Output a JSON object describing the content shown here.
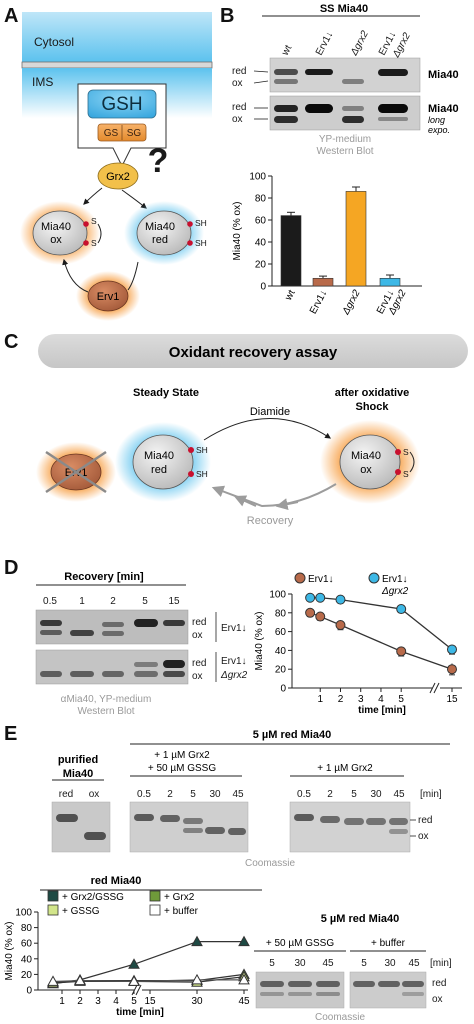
{
  "panels": {
    "a": "A",
    "b": "B",
    "c": "C",
    "d": "D",
    "e": "E"
  },
  "panel_a": {
    "cytosol": "Cytosol",
    "ims": "IMS",
    "gsh": "GSH",
    "gssg_1": "GS",
    "gssg_2": "SG",
    "grx2": "Grx2",
    "question": "?",
    "mia40_ox_1": "Mia40",
    "mia40_ox_2": "ox",
    "mia40_red_1": "Mia40",
    "mia40_red_2": "red",
    "s": "S",
    "sh": "SH",
    "erv1": "Erv1"
  },
  "panel_b": {
    "title": "SS Mia40",
    "lanes": [
      "wt",
      "Erv1↓",
      "Δgrx2",
      "Erv1↓",
      "Δgrx2"
    ],
    "red": "red",
    "ox": "ox",
    "blot1": "Mia40",
    "blot2": "Mia40",
    "blot2_note_1": "long",
    "blot2_note_2": "expo.",
    "caption_1": "YP-medium",
    "caption_2": "Western Blot"
  },
  "panel_c": {
    "banner": "Oxidant recovery assay",
    "steady_state": "Steady State",
    "after_1": "after oxidative",
    "after_2": "Shock",
    "diamide": "Diamide",
    "recovery": "Recovery",
    "erv1": "Erv1",
    "mia40": "Mia40",
    "red": "red",
    "ox": "ox",
    "sh": "SH",
    "s": "S"
  },
  "panel_d": {
    "recovery_title": "Recovery [min]",
    "times": [
      "0.5",
      "1",
      "2",
      "5",
      "15"
    ],
    "red": "red",
    "ox": "ox",
    "blot1": "Erv1↓",
    "blot2_1": "Erv1↓",
    "blot2_2": "Δgrx2",
    "caption_1": "αMia40, YP-medium",
    "caption_2": "Western Blot"
  },
  "panel_e": {
    "title": "5 µM red Mia40",
    "purified_1": "purified",
    "purified_2": "Mia40",
    "purified_lanes": [
      "red",
      "ox"
    ],
    "cond1_1": "+ 1 µM Grx2",
    "cond1_2": "+ 50 µM GSSG",
    "cond2": "+ 1 µM Grx2",
    "times": [
      "0.5",
      "2",
      "5",
      "30",
      "45"
    ],
    "min": "[min]",
    "red": "red",
    "ox": "ox",
    "coomassie": "Coomassie",
    "chart_title": "red Mia40",
    "lower_title": "5 µM red Mia40",
    "lower_cond1": "+ 50 µM GSSG",
    "lower_cond2": "+ buffer",
    "lower_times": [
      "5",
      "30",
      "45"
    ],
    "lower_coomassie": "Coomassie"
  },
  "colors": {
    "black": "#1b1b1b",
    "brown": "#b86a4a",
    "orange": "#f5a623",
    "cyan": "#3db8e6",
    "dark_teal": "#1e4a44",
    "green": "#6f9a3a",
    "light_green": "#d2e58a",
    "white": "#ffffff"
  },
  "chart_data": [
    {
      "type": "bar",
      "title": "",
      "xlabel": "",
      "ylabel": "Mia40 (% ox)",
      "ylim": [
        0,
        100
      ],
      "yticks": [
        0,
        20,
        40,
        60,
        80,
        100
      ],
      "categories": [
        "wt",
        "Erv1↓",
        "Δgrx2",
        "Erv1↓ Δgrx2"
      ],
      "category_lines": [
        [
          "wt"
        ],
        [
          "Erv1↓"
        ],
        [
          "Δgrx2"
        ],
        [
          "Erv1↓",
          "Δgrx2"
        ]
      ],
      "values": [
        64,
        7,
        86,
        7
      ],
      "errors": [
        3,
        2,
        4,
        3
      ],
      "colors": [
        "#1b1b1b",
        "#b86a4a",
        "#f5a623",
        "#3db8e6"
      ]
    },
    {
      "type": "line",
      "title": "",
      "xlabel": "time [min]",
      "ylabel": "Mia40 (% ox)",
      "ylim": [
        0,
        100
      ],
      "yticks": [
        0,
        20,
        40,
        60,
        80,
        100
      ],
      "xticks": [
        "1",
        "2",
        "3",
        "4",
        "5",
        "15"
      ],
      "legend": "top",
      "series": [
        {
          "name": "Erv1↓",
          "x": [
            0.5,
            1,
            2,
            5,
            15
          ],
          "y": [
            80,
            76,
            67,
            39,
            20
          ],
          "err": [
            4,
            4,
            5,
            5,
            6
          ],
          "color": "#b86a4a"
        },
        {
          "name": "Erv1↓ Δgrx2",
          "x": [
            0.5,
            1,
            2,
            5,
            15
          ],
          "y": [
            96,
            96,
            94,
            84,
            41
          ],
          "err": [
            2,
            2,
            2,
            3,
            5
          ],
          "color": "#3db8e6"
        }
      ]
    },
    {
      "type": "line",
      "title": "red Mia40",
      "xlabel": "time [min]",
      "ylabel": "Mia40 (% ox)",
      "ylim": [
        0,
        100
      ],
      "yticks": [
        0,
        20,
        40,
        60,
        80,
        100
      ],
      "xticks": [
        "1",
        "2",
        "3",
        "4",
        "5",
        "15",
        "30",
        "45"
      ],
      "legend": "top",
      "series": [
        {
          "name": "+ Grx2/GSSG",
          "x": [
            0.5,
            2,
            5,
            30,
            45
          ],
          "y": [
            8,
            13,
            33,
            62,
            62
          ],
          "color": "#1e4a44",
          "marker": "triangle"
        },
        {
          "name": "+ Grx2",
          "x": [
            0.5,
            2,
            5,
            30,
            45
          ],
          "y": [
            10,
            12,
            12,
            12,
            20
          ],
          "color": "#6f9a3a",
          "marker": "triangle"
        },
        {
          "name": "+ GSSG",
          "x": [
            0.5,
            2,
            5,
            30,
            45
          ],
          "y": [
            9,
            11,
            11,
            10,
            17
          ],
          "color": "#d2e58a",
          "marker": "triangle"
        },
        {
          "name": "+ buffer",
          "x": [
            0.5,
            2,
            5,
            30,
            45
          ],
          "y": [
            11,
            12,
            11,
            13,
            13
          ],
          "color": "#ffffff",
          "marker": "triangle"
        }
      ]
    }
  ]
}
